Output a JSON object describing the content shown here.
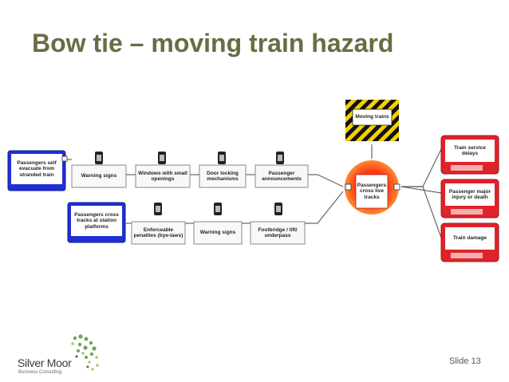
{
  "slide": {
    "title": "Bow tie – moving train hazard",
    "slide_number": "Slide 13"
  },
  "logo": {
    "name": "Silver Moor",
    "tagline": "Business Consulting"
  },
  "diagram": {
    "hazard": "Moving trains",
    "top_event": "Passengers cross live tracks",
    "threats": [
      "Passengers self evacuate from stranded train",
      "Passengers cross tracks at station platforms"
    ],
    "barriers_row1": [
      "Warning signs",
      "Windows with small openings",
      "Door locking mechanisms",
      "Passenger announcements"
    ],
    "barriers_row2": [
      "Enforceable penalties (bye-laws)",
      "Warning signs",
      "Footbridge / lift/ underpass"
    ],
    "consequences": [
      "Train service delays",
      "Passenger major injury or death",
      "Train damage"
    ],
    "colors": {
      "threat": "#1f2fd6",
      "consequence": "#e0222a",
      "top_event": "#f02010",
      "hazard_stripe": "#f5d000",
      "title": "#6b6b45"
    }
  }
}
